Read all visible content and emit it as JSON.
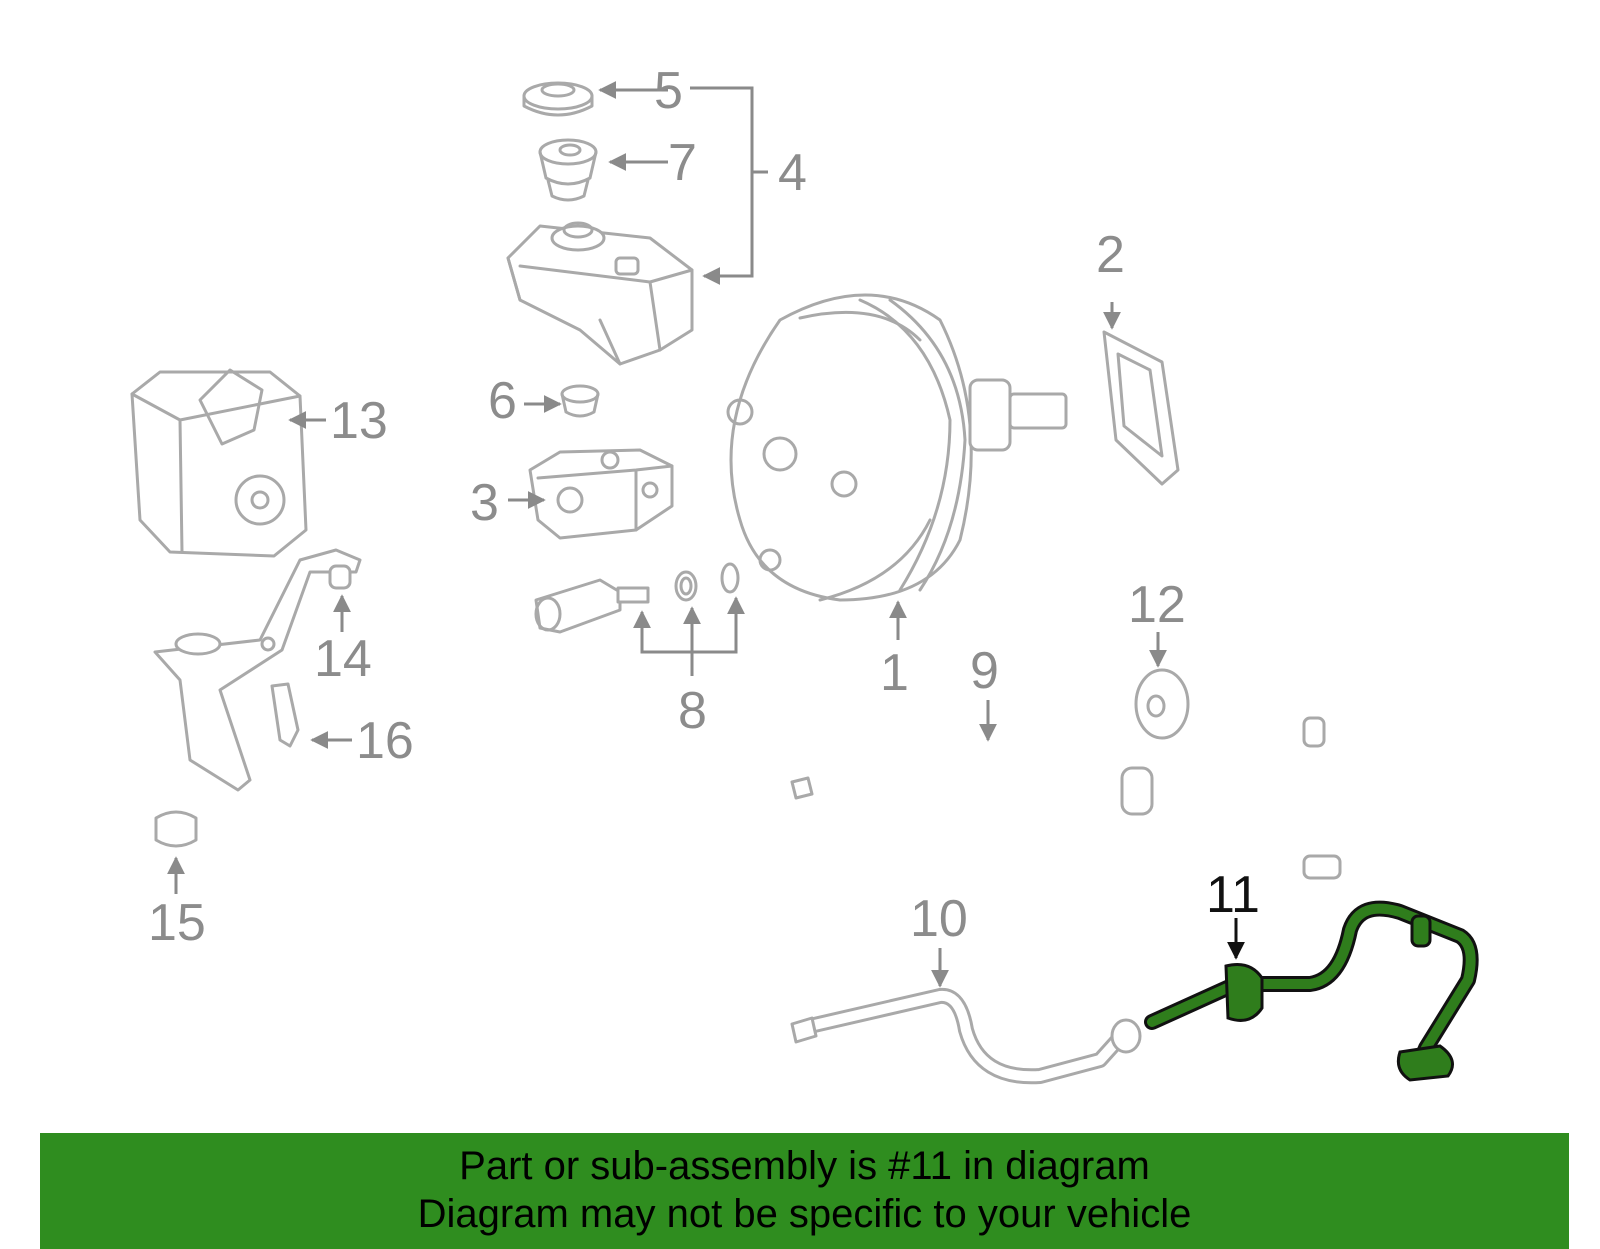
{
  "callouts": {
    "c1": "1",
    "c2": "2",
    "c3": "3",
    "c4": "4",
    "c5": "5",
    "c6": "6",
    "c7": "7",
    "c8": "8",
    "c9": "9",
    "c10": "10",
    "c11": "11",
    "c12": "12",
    "c13": "13",
    "c14": "14",
    "c15": "15",
    "c16": "16"
  },
  "highlighted_part": "11",
  "colors": {
    "highlight": "#2f7d1c",
    "banner": "#2f8d1f",
    "line_art": "#a9a9a9",
    "callout_text": "#8c8c8c"
  },
  "banner": {
    "line1": "Part or sub-assembly is #11 in diagram",
    "line2": "Diagram may not be specific to your vehicle"
  }
}
